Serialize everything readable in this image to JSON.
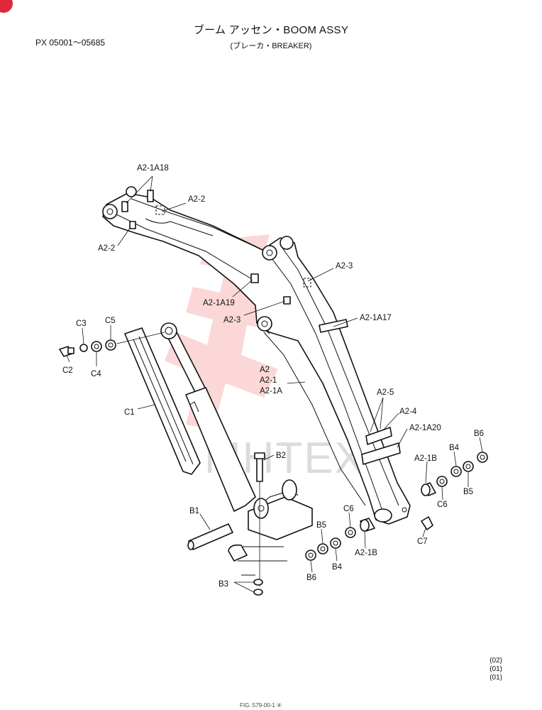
{
  "header": {
    "title": "ブーム アッセン・BOOM ASSY",
    "subtitle": "(ブレーカ・BREAKER)",
    "serial_range": "PX 05001～05685"
  },
  "watermark": {
    "text": "MHTEX"
  },
  "callouts": {
    "a2_1a18": "A2-1A18",
    "a2_2_top": "A2-2",
    "a2_2_left": "A2-2",
    "a2_3_upper": "A2-3",
    "a2_1a19": "A2-1A19",
    "a2_3_lower": "A2-3",
    "a2_1a17": "A2-1A17",
    "a2": "A2",
    "a2_1": "A2-1",
    "a2_1a": "A2-1A",
    "a2_5": "A2-5",
    "a2_4": "A2-4",
    "a2_1a20": "A2-1A20",
    "c3": "C3",
    "c5": "C5",
    "c2": "C2",
    "c4": "C4",
    "c1": "C1",
    "b2": "B2",
    "b1": "B1",
    "b3": "B3",
    "b6_right": "B6",
    "b4_right": "B4",
    "b5_right": "B5",
    "a2_1b_right": "A2-1B",
    "c6_right": "C6",
    "c7": "C7",
    "c6_mid": "C6",
    "b5_mid": "B5",
    "b4_mid": "B4",
    "a2_1b_mid": "A2-1B",
    "b6_mid": "B6"
  },
  "revisions": [
    "(02)",
    "(01)",
    "(01)"
  ],
  "figure_ref": "FIG. 579-00-1 ④"
}
